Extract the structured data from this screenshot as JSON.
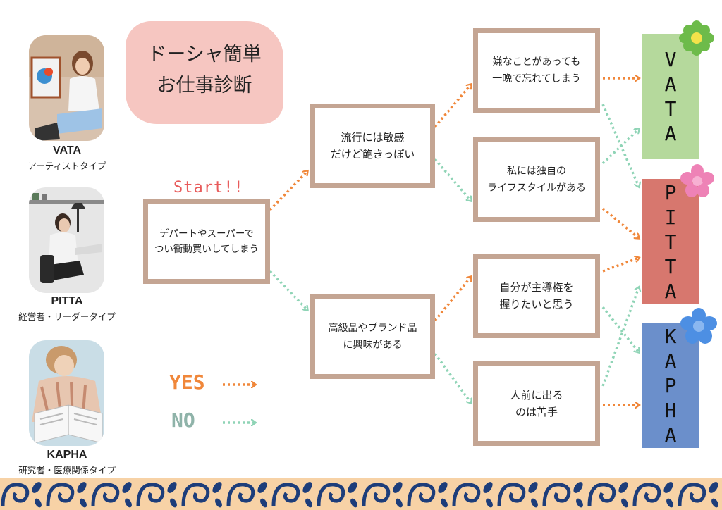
{
  "title": {
    "line1": "ドーシャ簡単",
    "line2": "お仕事診断"
  },
  "profiles": [
    {
      "name": "VATA",
      "desc": "アーティストタイプ"
    },
    {
      "name": "PITTA",
      "desc": "経営者・リーダータイプ"
    },
    {
      "name": "KAPHA",
      "desc": "研究者・医療関係タイプ"
    }
  ],
  "start_label": "Start!!",
  "questions": {
    "q1": "デパートやスーパーで\nつい衝動買いしてしまう",
    "q2": "流行には敏感\nだけど飽きっぽい",
    "q3": "高級品やブランド品\nに興味がある",
    "q4": "嫌なことがあっても\n一晩で忘れてしまう",
    "q5": "私には独自の\nライフスタイルがある",
    "q6": "自分が主導権を\n握りたいと思う",
    "q7": "人前に出る\nのは苦手"
  },
  "results": [
    {
      "label": "VATA",
      "color": "#b5d99c"
    },
    {
      "label": "PITTA",
      "color": "#d7776e"
    },
    {
      "label": "KAPHA",
      "color": "#6b8fcb"
    }
  ],
  "legend": {
    "yes_label": "YES",
    "no_label": "NO",
    "yes_color": "#f0873a",
    "no_color": "#8fd4b6"
  },
  "icons": {
    "photo_vata": "woman-painter-photo",
    "photo_pitta": "woman-at-desk-photo",
    "photo_kapha": "woman-reading-photo",
    "flower_vata": "green-flower-icon",
    "flower_pitta": "pink-flower-icon",
    "flower_kapha": "blue-flower-icon"
  }
}
